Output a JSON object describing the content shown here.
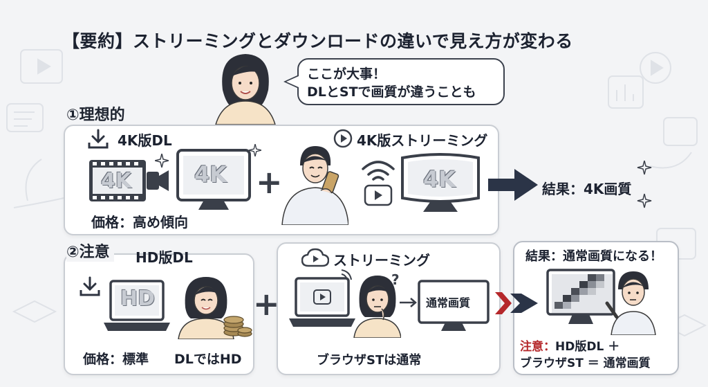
{
  "title": "【要約】ストリーミングとダウンロードの違いで見え方が変わる",
  "bubble": {
    "line1": "ここが大事！",
    "line2": "DLとSTで画質が違うことも"
  },
  "ideal": {
    "heading": "①理想的",
    "dl_label": "4K版DL",
    "film_text": "4K",
    "tv_text": "4K",
    "price": "価格：高め傾向",
    "st_label": "4K版ストリーミング",
    "st_tv_text": "4K",
    "result": "結果：4K画質"
  },
  "caution": {
    "heading": "②注意",
    "dl_label": "HD版DL",
    "laptop_text": "HD",
    "price": "価格：標準",
    "dl_note": "DLではHD",
    "st_label": "ストリーミング",
    "monitor_text": "通常画質",
    "st_note": "ブラウザSTは通常",
    "question": "?",
    "result_title": "結果：通常画質になる！",
    "note_prefix": "注意：",
    "note_line1": "HD版DL ＋",
    "note_line2": "ブラウザST ＝ 通常画質"
  },
  "colors": {
    "arrow_navy": "#2b3447",
    "caution_red": "#b5282b",
    "panel_border": "#c9cdd3"
  }
}
